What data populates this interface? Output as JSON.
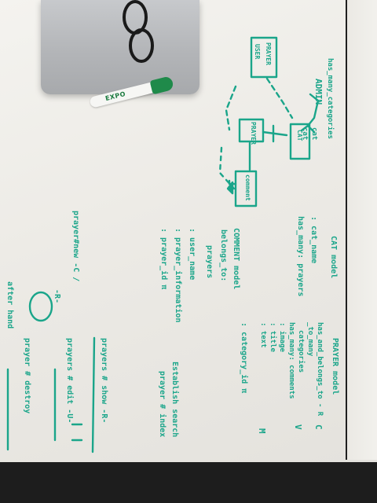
{
  "ink_color": "#1aa58a",
  "marker_brand": "EXPO",
  "diagram": {
    "entity_prayer_box": "PRAYER",
    "entity_cat_box": "CAT",
    "entity_admin": "ADMIN",
    "entity_user_box": "USER",
    "entity_comment_box": "comment",
    "label_has_many_categories": "has_many_categories",
    "label_cat1": "cat",
    "label_cat2": "cat"
  },
  "cat_model": {
    "title": "CAT model",
    "lines": [
      ": cat_name",
      "has_many: prayers"
    ]
  },
  "comment_model": {
    "title": "COMMENT model",
    "lines": [
      "belongs_to:",
      "prayers",
      ": user_name",
      ": prayer_information",
      ": prayer_id  π"
    ]
  },
  "prayer_model": {
    "title": "PRAYER model",
    "lines": [
      "has_and_belongs_to - R",
      "_to_many",
      "categories",
      "has_many: comments",
      ": image",
      ": title",
      ": text",
      ": category_id  π"
    ]
  },
  "routes": {
    "new": "prayer#new  -C /",
    "r": "-R-",
    "u": "-U-",
    "after": "after hand",
    "show": "prayers # show  -R-",
    "edit": "prayers # edit  -U-",
    "destroy": "prayer # destroy",
    "establish": "Establish search",
    "index": "prayer # index"
  },
  "side_letters": [
    "C",
    "V",
    "M"
  ]
}
